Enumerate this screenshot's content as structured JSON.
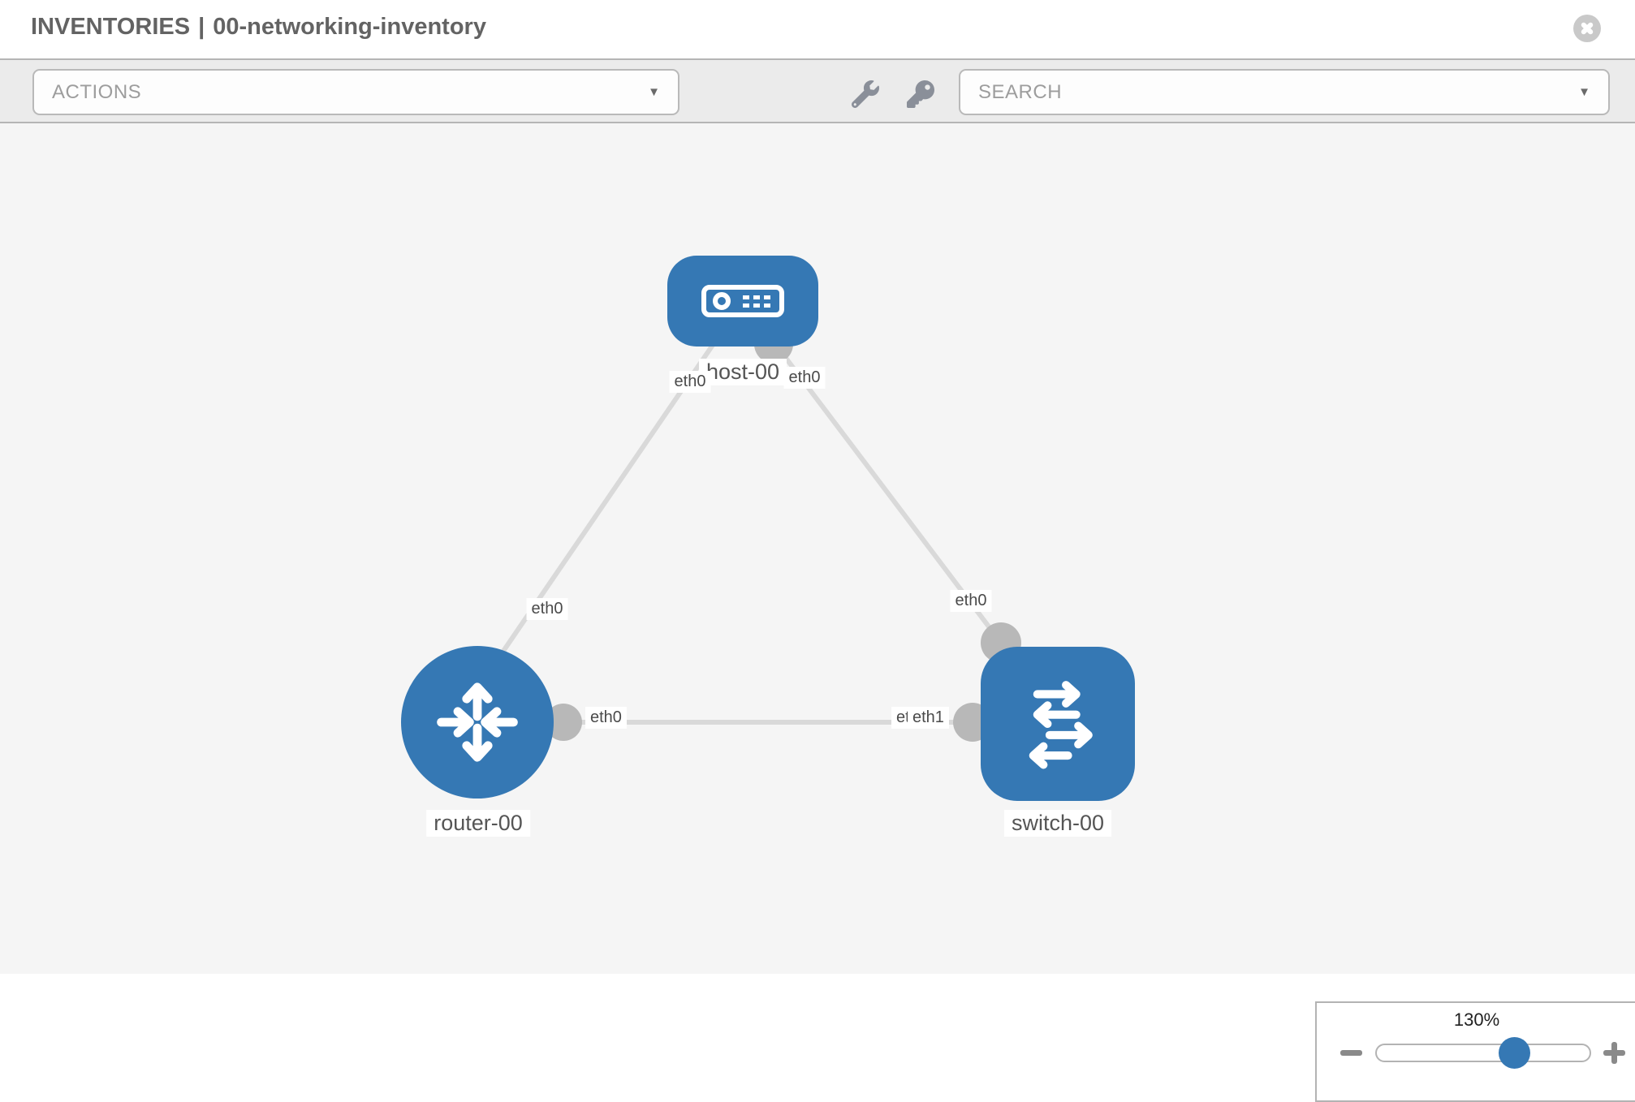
{
  "header": {
    "title_prefix": "INVENTORIES",
    "title_separator": "|",
    "title_name": "00-networking-inventory"
  },
  "toolbar": {
    "actions_label": "ACTIONS",
    "search_label": "SEARCH",
    "caret": "▼",
    "wrench_icon": "wrench-icon",
    "key_icon": "key-icon"
  },
  "topology": {
    "nodes": [
      {
        "label": "host-00",
        "type": "host"
      },
      {
        "label": "router-00",
        "type": "router"
      },
      {
        "label": "switch-00",
        "type": "switch"
      }
    ],
    "interfaces": {
      "host_to_router": "eth0",
      "host_to_switch": "eth0",
      "router_to_host": "eth0",
      "switch_to_host": "eth0",
      "router_to_switch": "eth0",
      "switch_to_router_hidden": "eth0",
      "switch_to_router": "eth1"
    }
  },
  "zoom": {
    "value": "130%"
  },
  "colors": {
    "node_blue": "#3578b4",
    "link_gray": "#d9d9d9",
    "port_gray": "#b8b8b8"
  }
}
